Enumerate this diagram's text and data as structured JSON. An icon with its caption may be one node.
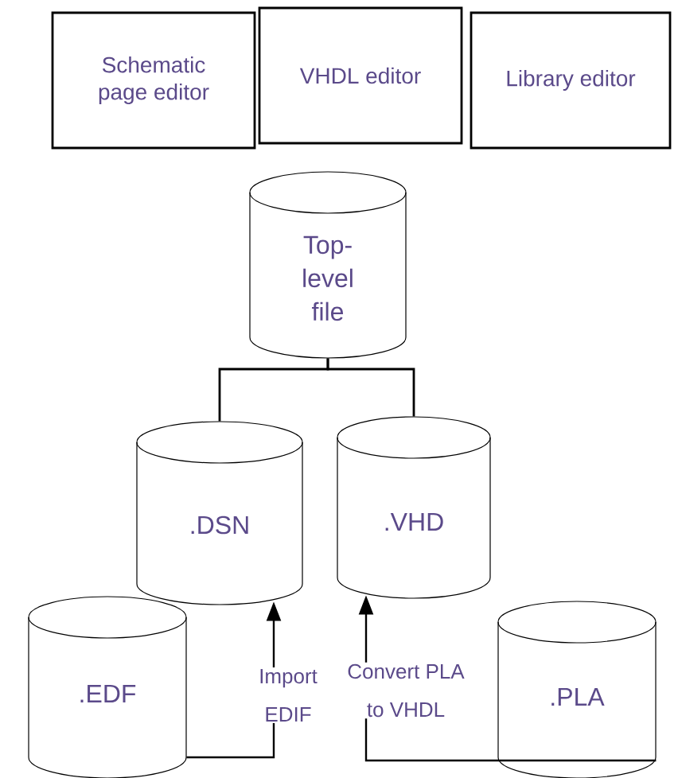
{
  "diagram": {
    "nodes": [
      {
        "text": [
          "Schematic page editor"
        ]
      },
      {
        "text": [
          "VHDL editor"
        ]
      },
      {
        "text": [
          "Library editor"
        ]
      },
      {
        "text": [
          "Top-level file"
        ]
      },
      {
        "text": [
          ".DSN"
        ]
      },
      {
        "text": [
          ".VHD"
        ]
      },
      {
        "text": [
          ".EDF"
        ]
      },
      {
        "text": [
          ".PLA"
        ]
      }
    ],
    "edges": [
      {
        "from": 3,
        "to": 4,
        "arrow": "none"
      },
      {
        "from": 3,
        "to": 5,
        "arrow": "none"
      },
      {
        "from": 6,
        "to": 4,
        "arrow": "to",
        "label": "Import EDIF"
      },
      {
        "from": 7,
        "to": 5,
        "arrow": "to",
        "label": "Convert PLA to VHDL"
      }
    ]
  }
}
